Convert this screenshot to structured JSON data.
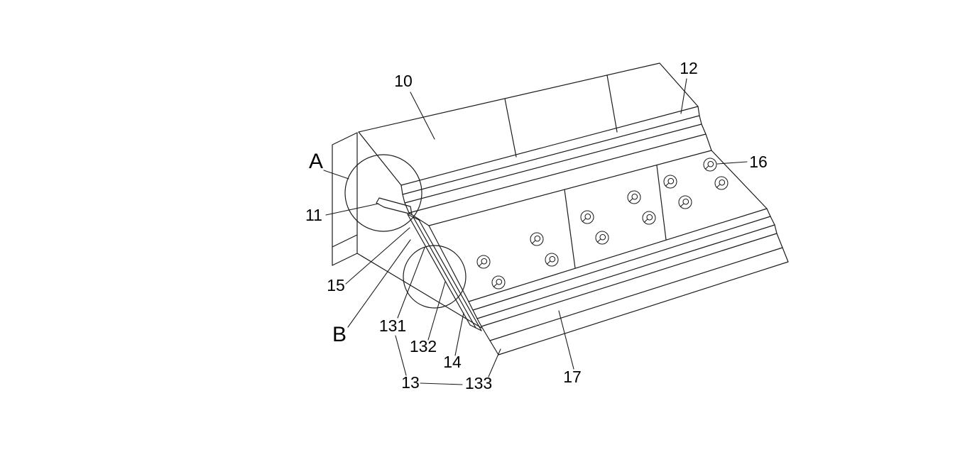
{
  "figure": {
    "type": "patent-line-drawing",
    "background_color": "#ffffff",
    "line_color": "#1c1c1c",
    "labels": {
      "l10": "10",
      "l11": "11",
      "l12": "12",
      "l13": "13",
      "l131": "131",
      "l132": "132",
      "l133": "133",
      "l14": "14",
      "l15": "15",
      "l16": "16",
      "l17": "17",
      "detail_a": "A",
      "detail_b": "B"
    }
  }
}
